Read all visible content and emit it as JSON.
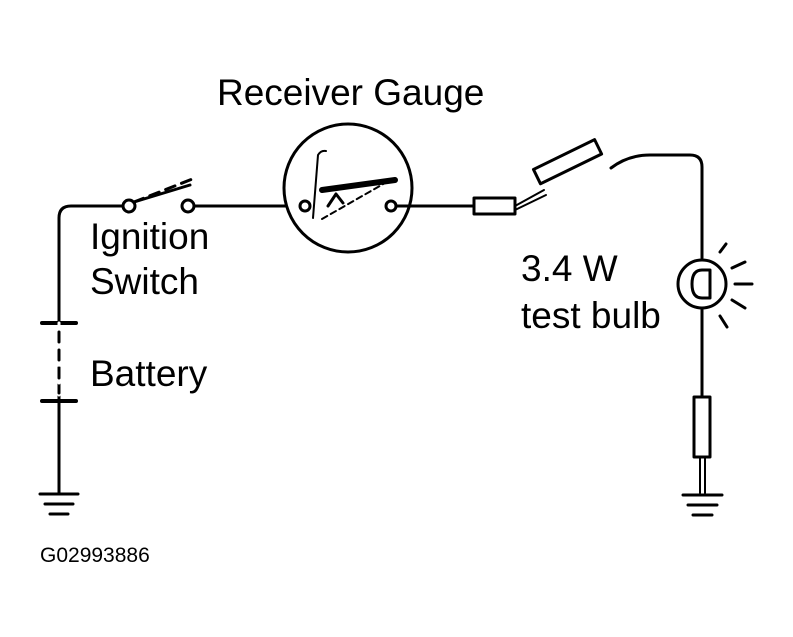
{
  "labels": {
    "receiver_gauge": "Receiver Gauge",
    "ignition_line1": "Ignition",
    "ignition_line2": "Switch",
    "battery": "Battery",
    "bulb_line1": "3.4 W",
    "bulb_line2": "test bulb",
    "figure_code": "G02993886"
  },
  "colors": {
    "ink": "#000000",
    "background": "#ffffff"
  }
}
